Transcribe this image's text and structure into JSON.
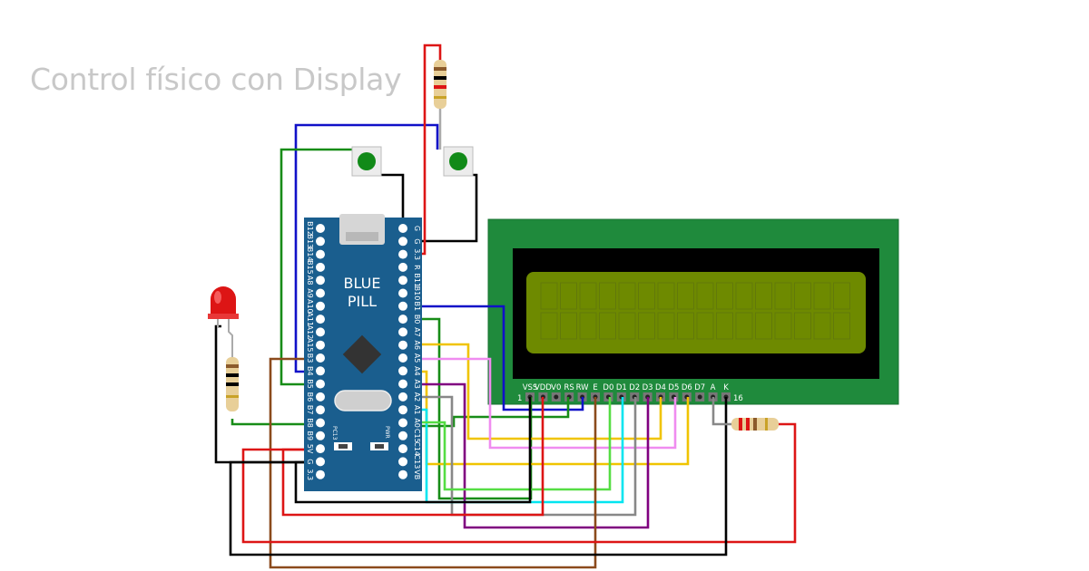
{
  "title": "Control físico con Display",
  "board": {
    "name_line1": "BLUE",
    "name_line2": "PILL",
    "left_pins": [
      "B12",
      "B13",
      "B14",
      "B15",
      "A8",
      "A9",
      "A10",
      "A11",
      "A12",
      "A15",
      "B3",
      "B4",
      "B5",
      "B6",
      "B7",
      "B8",
      "B9",
      "5V",
      "G",
      "3.3"
    ],
    "right_pins": [
      "G",
      "G",
      "3.3",
      "R",
      "B11",
      "B10",
      "B1",
      "B0",
      "A7",
      "A6",
      "A5",
      "A4",
      "A3",
      "A2",
      "A1",
      "A0",
      "C15",
      "C14",
      "C13",
      "VB"
    ],
    "led_labels": [
      "PC13",
      "PWR"
    ]
  },
  "lcd": {
    "pin_labels": [
      "VSS",
      "VDD",
      "V0",
      "RS",
      "RW",
      "E",
      "D0",
      "D1",
      "D2",
      "D3",
      "D4",
      "D5",
      "D6",
      "D7",
      "A",
      "K"
    ],
    "first_pin": "1",
    "last_pin": "16"
  },
  "components": {
    "buttons": [
      "push-button-1",
      "push-button-2"
    ],
    "led": "red-led",
    "resistors": [
      "resistor-top",
      "resistor-led",
      "resistor-backlight"
    ]
  }
}
